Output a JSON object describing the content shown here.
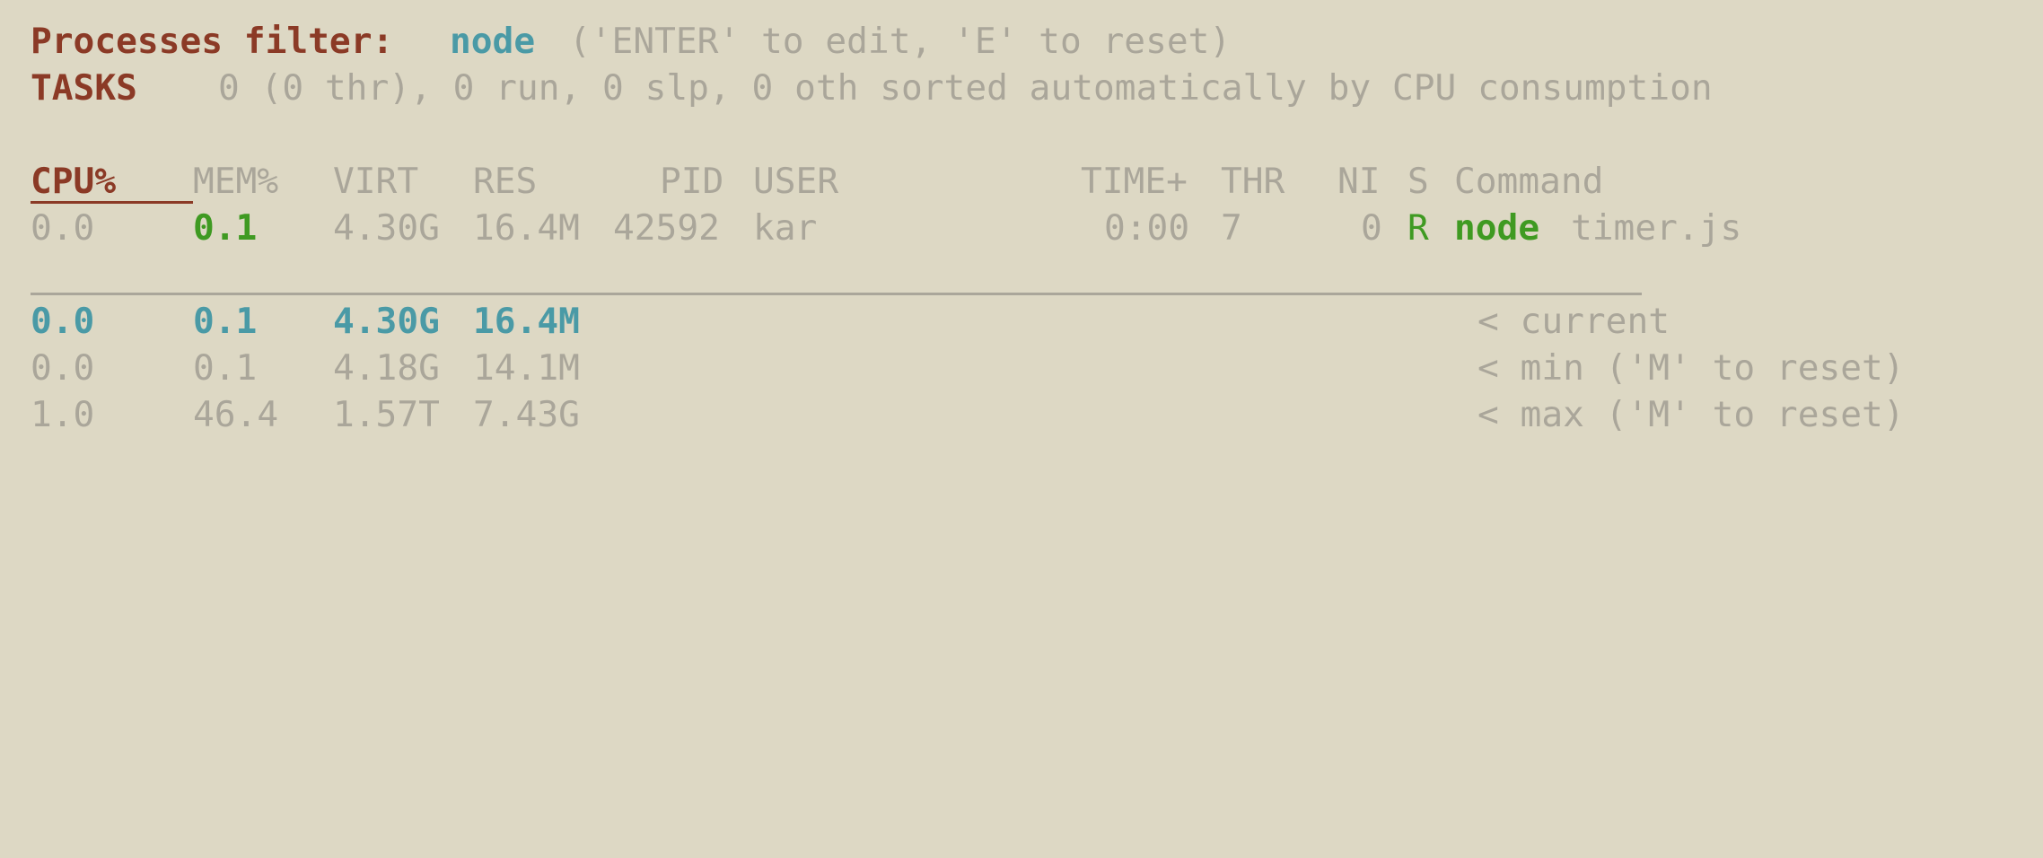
{
  "filter_bar": {
    "label": "Processes filter:",
    "value": "node",
    "hint": "('ENTER' to edit, 'E' to reset)"
  },
  "tasks_bar": {
    "label": "TASKS",
    "summary": "0 (0 thr), 0 run, 0 slp, 0 oth sorted automatically by CPU consumption"
  },
  "columns": {
    "cpu": "CPU%",
    "mem": "MEM%",
    "virt": "VIRT",
    "res": "RES",
    "pid": "PID",
    "user": "USER",
    "time": "TIME+",
    "thr": "THR",
    "ni": "NI",
    "s": "S",
    "command": "Command"
  },
  "sort_column": "CPU%",
  "process": {
    "cpu": "0.0",
    "mem": "0.1",
    "virt": "4.30G",
    "res": "16.4M",
    "pid": "42592",
    "user": "kar",
    "time": "0:00",
    "thr": "7",
    "ni": "0",
    "state": "R",
    "command_name": "node",
    "command_args": "timer.js"
  },
  "stats": {
    "current": {
      "cpu": "0.0",
      "mem": "0.1",
      "virt": "4.30G",
      "res": "16.4M",
      "label": "< current"
    },
    "min": {
      "cpu": "0.0",
      "mem": "0.1",
      "virt": "4.18G",
      "res": "14.1M",
      "label": "< min ('M' to reset)"
    },
    "max": {
      "cpu": "1.0",
      "mem": "46.4",
      "virt": "1.57T",
      "res": "7.43G",
      "label": "< max ('M' to reset)"
    }
  },
  "colors": {
    "background": "#ddd8c4",
    "label": "#8b3a26",
    "filter_value": "#4a9aa6",
    "dim_text": "#aaa69a",
    "green": "#3f9a22"
  }
}
